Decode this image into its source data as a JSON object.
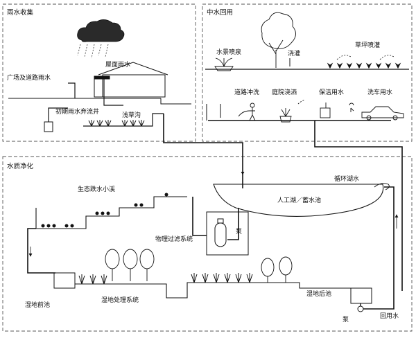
{
  "sections": {
    "rain": "雨水收集",
    "reuse": "中水回用",
    "purify": "水质净化"
  },
  "labels": {
    "roof_rain": "屋面雨水",
    "square_road_rain": "广场及道路雨水",
    "initial_rain_well": "初期雨水弃流井",
    "grass_ditch": "浅草沟",
    "fountain": "水景喷泉",
    "irrigation": "浇灌",
    "lawn_spray": "草坪喷灌",
    "road_wash": "道路冲洗",
    "yard_spray": "庭院浇洒",
    "cleaning_water": "保洁用水",
    "car_wash": "洗车用水",
    "eco_stream": "生态跌水小溪",
    "physical_filter": "物理过滤系统",
    "pump_top": "泵",
    "artificial_lake": "人工湖／蓄水池",
    "circulation": "循环湖水",
    "wetland_front": "湿地前池",
    "wetland_system": "湿地处理系统",
    "wetland_back": "湿地后池",
    "pump_bottom": "泵",
    "return_water": "回用水"
  }
}
